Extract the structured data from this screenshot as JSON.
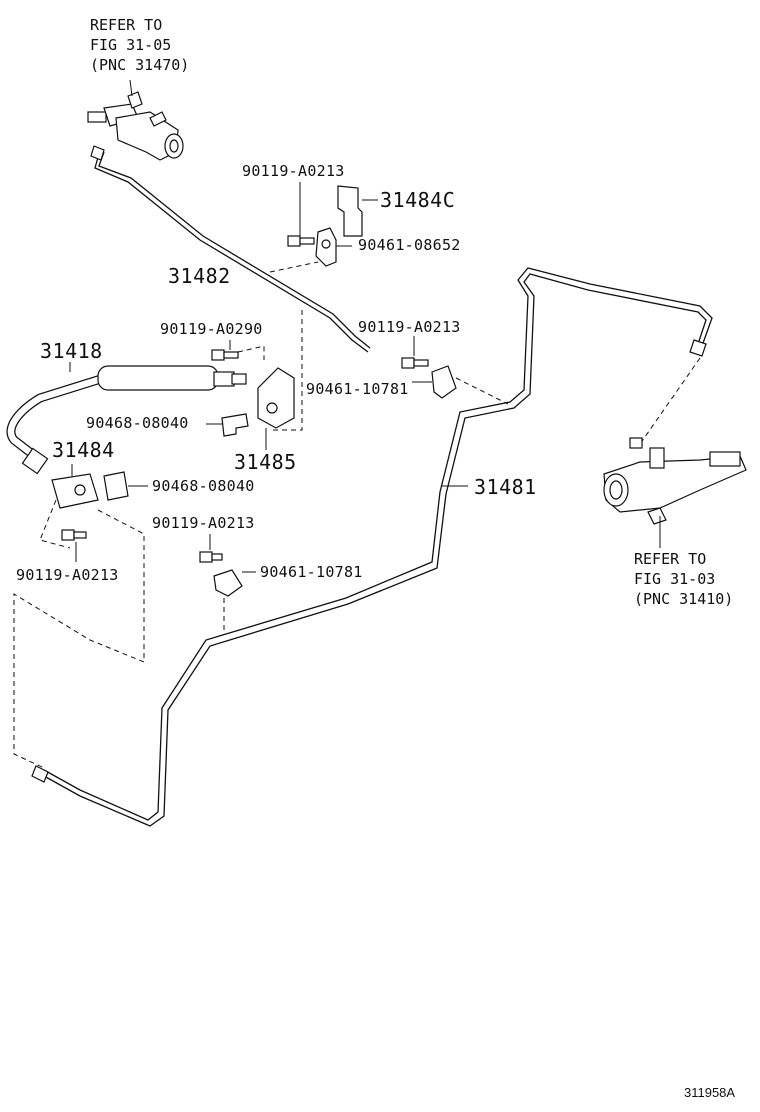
{
  "references": {
    "top": {
      "line1": "REFER TO",
      "line2": "FIG 31-05",
      "line3": "(PNC 31470)"
    },
    "right": {
      "line1": "REFER TO",
      "line2": "FIG 31-03",
      "line3": "(PNC 31410)"
    }
  },
  "parts": {
    "p31484C": "31484C",
    "p31482": "31482",
    "p31418": "31418",
    "p31485": "31485",
    "p31484": "31484",
    "p31481": "31481",
    "bolt_a0213_top": "90119-A0213",
    "clip_08652": "90461-08652",
    "bolt_a0290": "90119-A0290",
    "bolt_a0213_mid": "90119-A0213",
    "clip_10781_mid": "90461-10781",
    "clip_08040_top": "90468-08040",
    "clip_08040_bottom": "90468-08040",
    "bolt_a0213_left": "90119-A0213",
    "bolt_a0213_lower": "90119-A0213",
    "clip_10781_lower": "90461-10781"
  },
  "illustration_id": "311958A"
}
